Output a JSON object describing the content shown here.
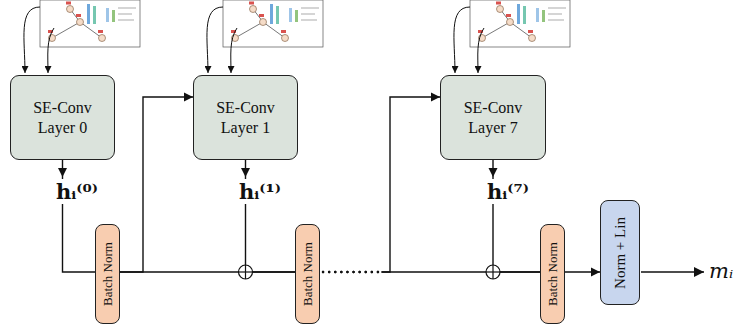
{
  "diagram": {
    "nodes": [
      {
        "text": [
          "SE-Conv Layer 0"
        ]
      },
      {
        "text": [
          "SE-Conv Layer 1"
        ]
      },
      {
        "text": [
          "SE-Conv Layer 7"
        ]
      },
      {
        "text": [
          "Batch Norm"
        ]
      },
      {
        "text": [
          "Batch Norm"
        ]
      },
      {
        "text": [
          "Batch Norm"
        ]
      },
      {
        "text": [
          "Norm + Lin"
        ]
      }
    ],
    "edges": [
      {
        "from": 0,
        "to": 3,
        "arrow": "to"
      },
      {
        "from": 3,
        "to": 1,
        "arrow": "to"
      },
      {
        "from": 3,
        "to": 4,
        "arrow": "none"
      },
      {
        "from": 1,
        "to": 4,
        "arrow": "to"
      },
      {
        "from": 4,
        "to": 2,
        "arrow": "to"
      },
      {
        "from": 4,
        "to": 5,
        "arrow": "none"
      },
      {
        "from": 2,
        "to": 5,
        "arrow": "to"
      },
      {
        "from": 5,
        "to": 6,
        "arrow": "to"
      }
    ],
    "labels": [
      "hᵢ⁽⁰⁾",
      "hᵢ⁽¹⁾",
      "hᵢ⁽⁷⁾",
      "mᵢ"
    ]
  }
}
